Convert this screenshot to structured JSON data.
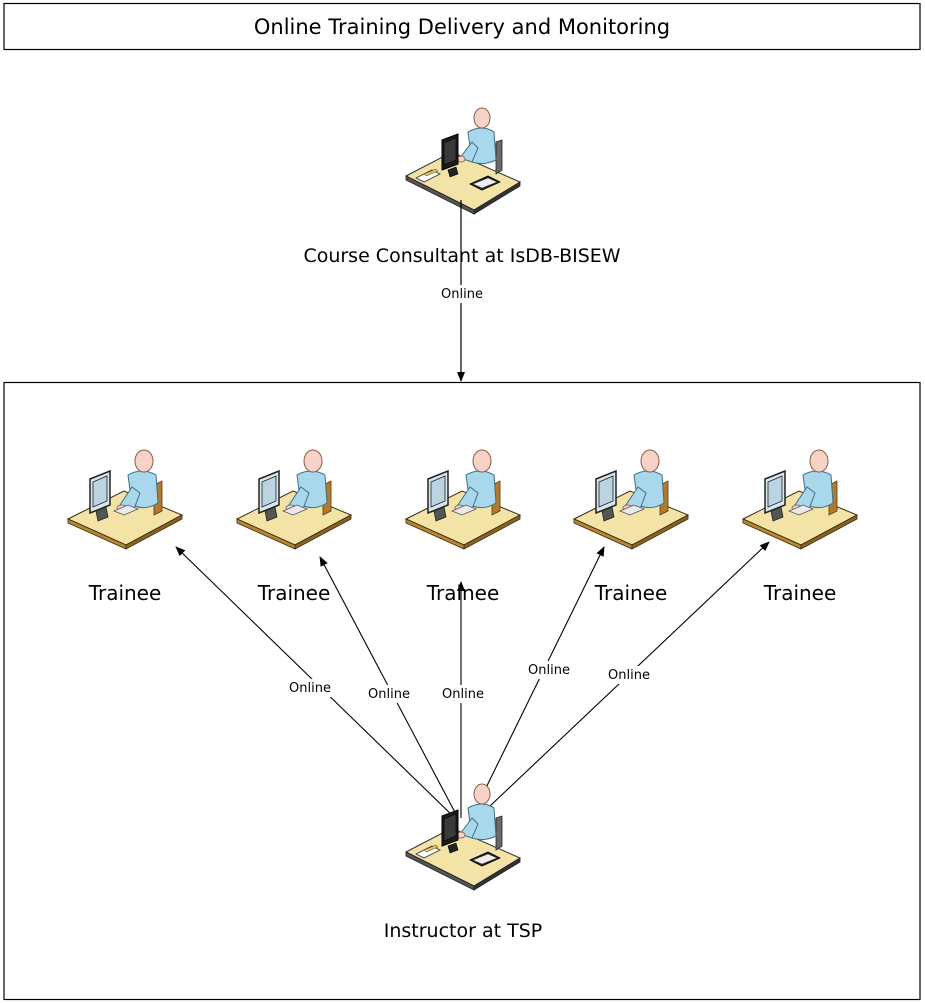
{
  "title": "Online Training Delivery and Monitoring",
  "consultant": {
    "label": "Course Consultant at IsDB-BISEW",
    "icon": "workstation-user-icon"
  },
  "instructor": {
    "label": "Instructor at TSP",
    "icon": "workstation-user-icon"
  },
  "trainees": [
    {
      "label": "Trainee",
      "icon": "trainee-workstation-icon"
    },
    {
      "label": "Trainee",
      "icon": "trainee-workstation-icon"
    },
    {
      "label": "Trainee",
      "icon": "trainee-workstation-icon"
    },
    {
      "label": "Trainee",
      "icon": "trainee-workstation-icon"
    },
    {
      "label": "Trainee",
      "icon": "trainee-workstation-icon"
    }
  ],
  "connections": {
    "consultant_to_group": "Online",
    "instructor_to_trainees": [
      "Online",
      "Online",
      "Online",
      "Online",
      "Online"
    ]
  },
  "colors": {
    "desk_top": "#f3e3a6",
    "desk_edge": "#b8862e",
    "skin": "#f6d3c6",
    "shirt": "#a9d8ec",
    "monitor": "#222222",
    "chair": "#b27a2c"
  }
}
